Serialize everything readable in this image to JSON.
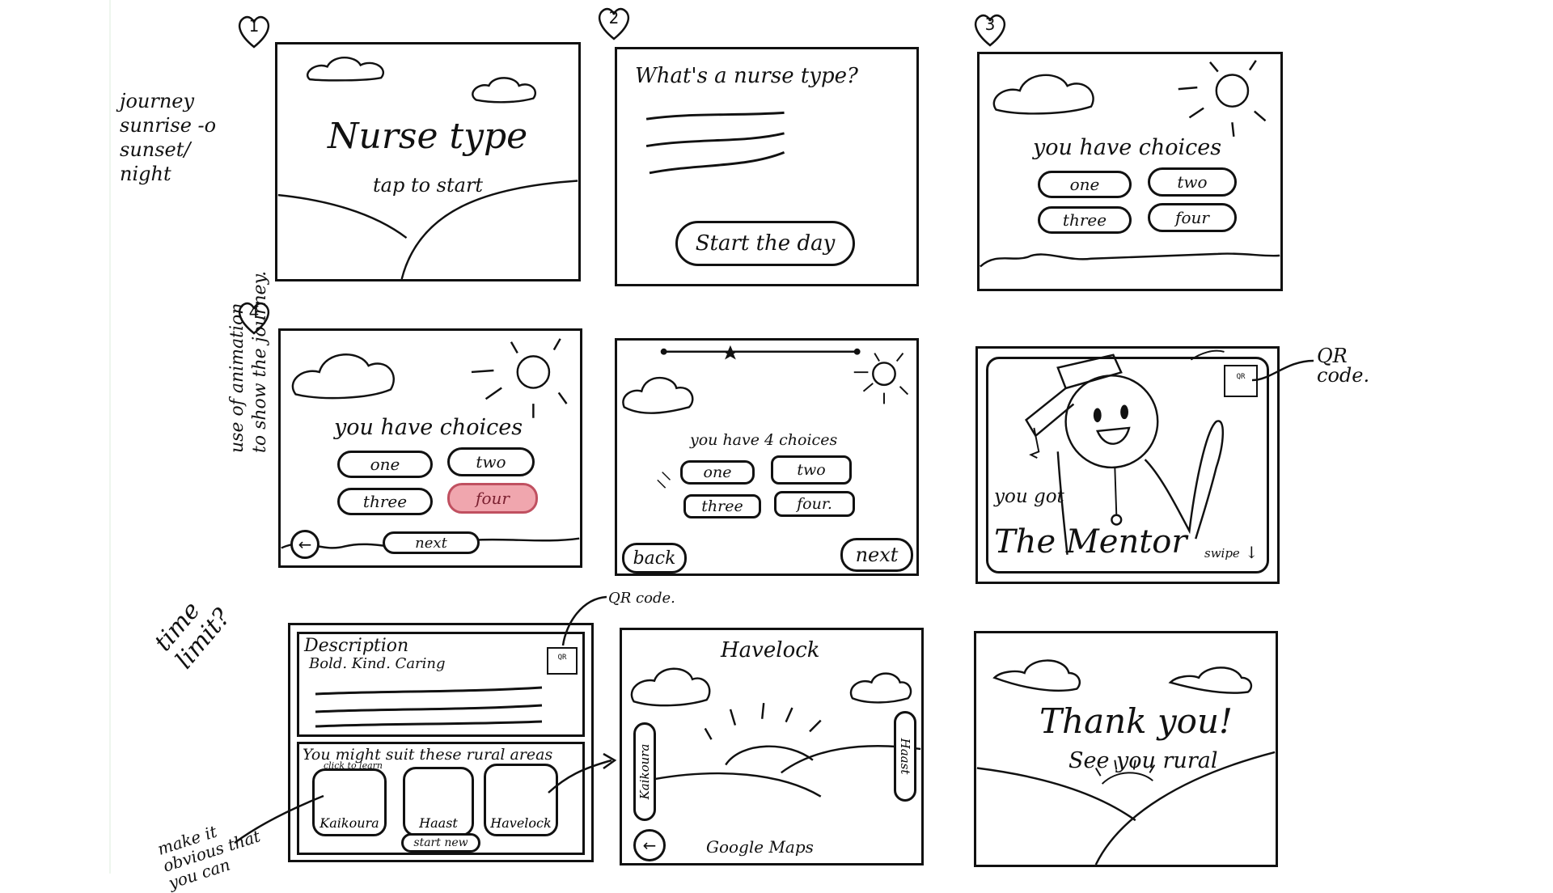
{
  "annotations": {
    "journey": "journey\nsunrise -o\nsunset/\nnight",
    "animation": "use of animation\nto show the journey.",
    "time_limit": "time\nlimit?",
    "make_it": "make it\nobvious that\nyou can",
    "qr_right": "QR\ncode.",
    "qr_bottom": "QR code."
  },
  "screens": {
    "s1": {
      "num": "1",
      "title": "Nurse type",
      "subtitle": "tap to start"
    },
    "s2": {
      "num": "2",
      "title": "What's a nurse type?",
      "button": "Start the day"
    },
    "s3": {
      "num": "3",
      "prompt": "you have choices",
      "options": [
        "one",
        "two",
        "three",
        "four"
      ]
    },
    "s4": {
      "num": "4",
      "prompt": "you have choices",
      "options": [
        "one",
        "two",
        "three",
        "four"
      ],
      "selected": "four",
      "next": "next",
      "back_icon": "arrow-left-icon"
    },
    "s5": {
      "prompt": "you have 4 choices",
      "options": [
        "one",
        "two",
        "three",
        "four."
      ],
      "back": "back",
      "next": "next"
    },
    "s6": {
      "result_intro": "you got",
      "result": "The Mentor",
      "swipe": "swipe",
      "qr": "QR"
    },
    "s7": {
      "heading": "Description",
      "traits": "Bold. Kind. Caring",
      "suit": "You might suit these rural areas",
      "sub": "click to learn",
      "areas": [
        "Kaikoura",
        "Haast",
        "Havelock"
      ],
      "start": "start new"
    },
    "s8": {
      "title": "Havelock",
      "left_tab": "Kaikoura",
      "right_tab": "Haast",
      "maps": "Google Maps"
    },
    "s9": {
      "thanks": "Thank you!",
      "sub": "See you rural"
    }
  },
  "colors": {
    "ink": "#111111",
    "selected_fill": "#f0a6ae"
  }
}
